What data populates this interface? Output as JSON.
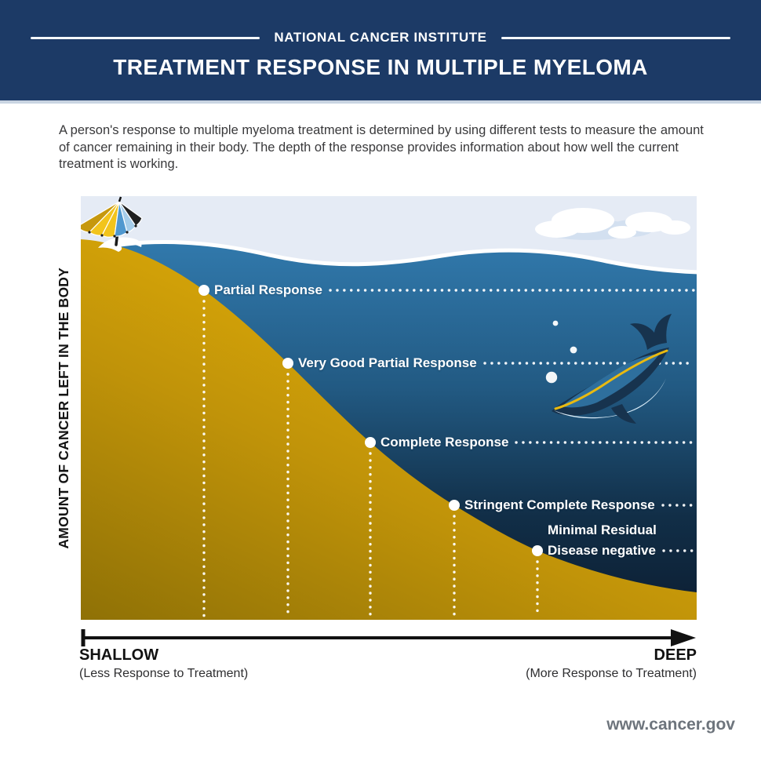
{
  "header": {
    "eyebrow": "NATIONAL CANCER INSTITUTE",
    "title": "TREATMENT RESPONSE IN MULTIPLE MYELOMA"
  },
  "intro": "A person's response to multiple myeloma treatment is determined by using different tests to measure the amount of cancer remaining in their body. The depth of the response provides information about how well the current treatment is working.",
  "chart": {
    "y_axis_label": "AMOUNT OF CANCER LEFT IN THE BODY",
    "x_axis": {
      "left_label": "SHALLOW",
      "left_sublabel": "(Less Response to Treatment)",
      "right_label": "DEEP",
      "right_sublabel": "(More Response to Treatment)"
    },
    "markers": [
      {
        "lines": [
          "Partial Response"
        ],
        "x": 157,
        "y": 120
      },
      {
        "lines": [
          "Very Good Partial Response"
        ],
        "x": 264,
        "y": 213
      },
      {
        "lines": [
          "Complete Response"
        ],
        "x": 369,
        "y": 314
      },
      {
        "lines": [
          "Stringent Complete Response"
        ],
        "x": 476,
        "y": 394
      },
      {
        "lines": [
          "Minimal Residual",
          "Disease negative"
        ],
        "x": 582,
        "y": 452
      }
    ],
    "illustrations": [
      "beach-umbrella",
      "clouds",
      "whale",
      "bubbles"
    ]
  },
  "chart_data": {
    "type": "area",
    "title": "Treatment Response in Multiple Myeloma",
    "ylabel": "AMOUNT OF CANCER LEFT IN THE BODY",
    "xlabel": "Depth of response: SHALLOW (Less Response to Treatment) to DEEP (More Response to Treatment)",
    "x_axis_ends": [
      "SHALLOW (Less Response to Treatment)",
      "DEEP (More Response to Treatment)"
    ],
    "annotations": [
      {
        "label": "Partial Response",
        "x_frac": 0.2,
        "depth_frac": 0.22
      },
      {
        "label": "Very Good Partial Response",
        "x_frac": 0.34,
        "depth_frac": 0.39
      },
      {
        "label": "Complete Response",
        "x_frac": 0.47,
        "depth_frac": 0.58
      },
      {
        "label": "Stringent Complete Response",
        "x_frac": 0.61,
        "depth_frac": 0.73
      },
      {
        "label": "Minimal Residual Disease negative",
        "x_frac": 0.74,
        "depth_frac": 0.84
      }
    ],
    "series": [
      {
        "name": "Amount of cancer left in the body (sand slope)",
        "x_frac": [
          0.0,
          0.2,
          0.34,
          0.47,
          0.61,
          0.74,
          1.0
        ],
        "depth_frac": [
          0.1,
          0.22,
          0.39,
          0.58,
          0.73,
          0.84,
          0.93
        ]
      }
    ],
    "legend": false,
    "grid": false
  },
  "footer": {
    "site": "www.cancer.gov"
  },
  "colors": {
    "header_bg": "#1c3a66",
    "sky": "#e5ebf5",
    "cloud_shade": "#d3e0f0",
    "ocean_top": "#3179ac",
    "ocean_deep": "#0c1d31",
    "sand": "#dca908",
    "sand_dark": "#8f7106",
    "label_text": "#ffffff",
    "footer_text": "#6d747c"
  }
}
